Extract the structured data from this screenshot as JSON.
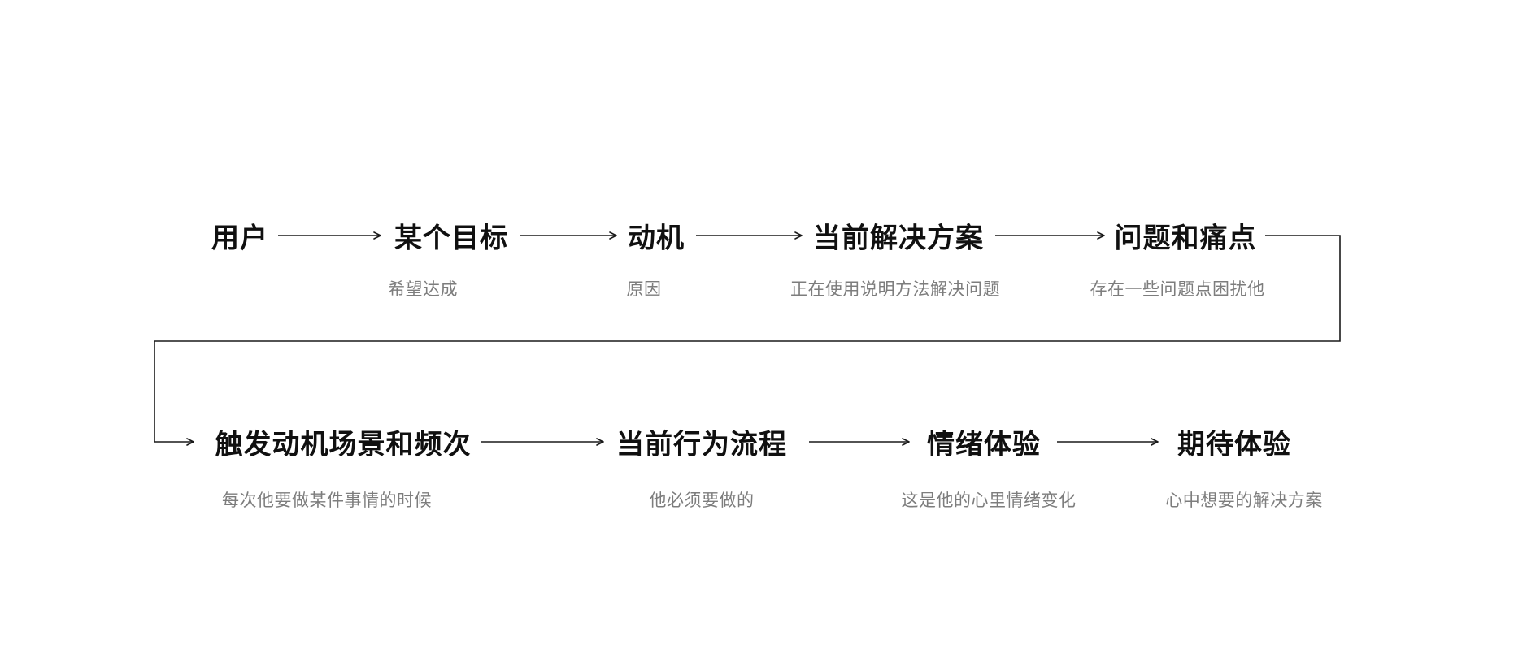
{
  "diagram": {
    "background_color": "#ffffff",
    "line_color": "#1a1a1a",
    "main_text_color": "#101010",
    "sub_text_color": "#7d7d7d",
    "row1": {
      "nodes": [
        {
          "label": "用户",
          "sublabel": ""
        },
        {
          "label": "某个目标",
          "sublabel": "希望达成"
        },
        {
          "label": "动机",
          "sublabel": "原因"
        },
        {
          "label": "当前解决方案",
          "sublabel": "正在使用说明方法解决问题"
        },
        {
          "label": "问题和痛点",
          "sublabel": "存在一些问题点困扰他"
        }
      ]
    },
    "row2": {
      "nodes": [
        {
          "label": "触发动机场景和频次",
          "sublabel": "每次他要做某件事情的时候"
        },
        {
          "label": "当前行为流程",
          "sublabel": "他必须要做的"
        },
        {
          "label": "情绪体验",
          "sublabel": "这是他的心里情绪变化"
        },
        {
          "label": "期待体验",
          "sublabel": "心中想要的解决方案"
        }
      ]
    }
  }
}
